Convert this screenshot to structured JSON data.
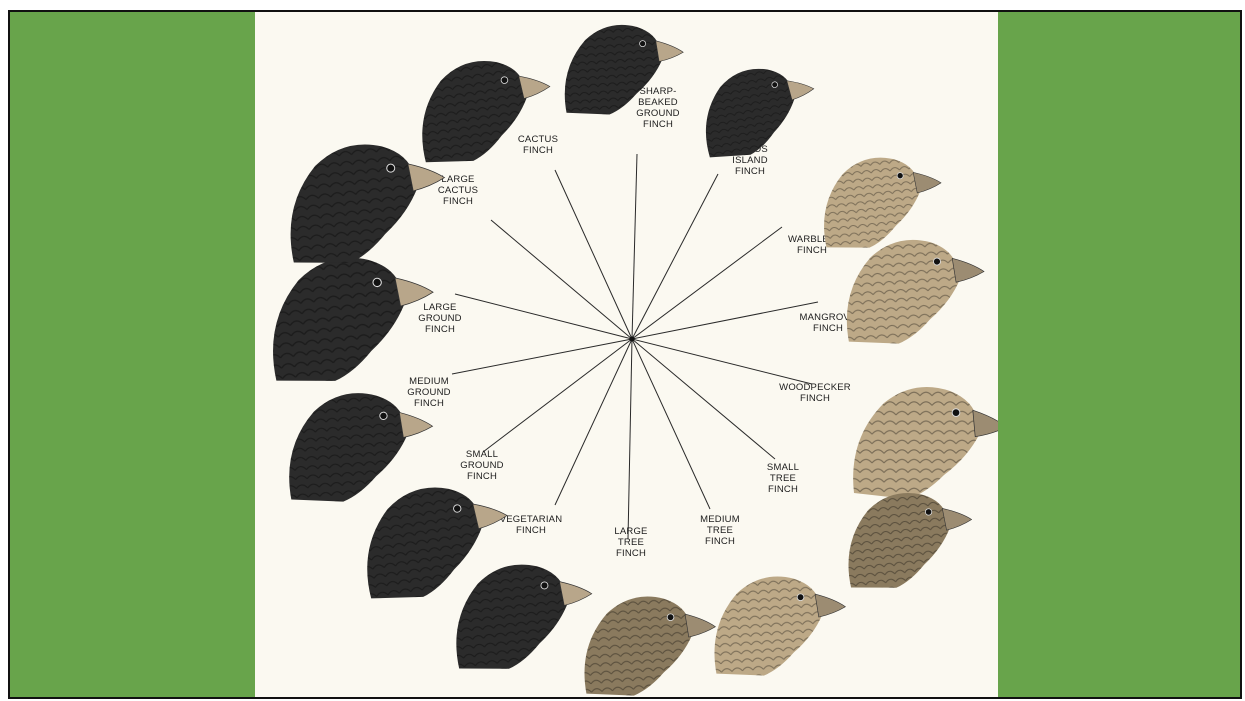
{
  "colors": {
    "background": "#68a44b",
    "panel": "#fbf9f1",
    "spoke": "#2a2a2a",
    "dark_finch": "#2b2b2b",
    "brown_finch": "#8a7a5e",
    "light_finch": "#bda987"
  },
  "finches": [
    {
      "name": "finch-cactus",
      "lines": [
        "CACTUS",
        "FINCH"
      ],
      "tone": "dark",
      "icon": "finch-head-icon"
    },
    {
      "name": "finch-sharp-beaked-ground",
      "lines": [
        "SHARP-",
        "BEAKED",
        "GROUND",
        "FINCH"
      ],
      "tone": "dark",
      "icon": "finch-head-icon"
    },
    {
      "name": "finch-cocos-island",
      "lines": [
        "COCOS",
        "ISLAND",
        "FINCH"
      ],
      "tone": "dark",
      "icon": "finch-head-icon"
    },
    {
      "name": "finch-warbler",
      "lines": [
        "WARBLER",
        "FINCH"
      ],
      "tone": "light",
      "icon": "finch-head-icon"
    },
    {
      "name": "finch-mangrove",
      "lines": [
        "MANGROVE",
        "FINCH"
      ],
      "tone": "light",
      "icon": "finch-head-icon"
    },
    {
      "name": "finch-woodpecker",
      "lines": [
        "WOODPECKER",
        "FINCH"
      ],
      "tone": "light",
      "icon": "finch-head-icon"
    },
    {
      "name": "finch-small-tree",
      "lines": [
        "SMALL",
        "TREE",
        "FINCH"
      ],
      "tone": "brown",
      "icon": "finch-head-icon"
    },
    {
      "name": "finch-medium-tree",
      "lines": [
        "MEDIUM",
        "TREE",
        "FINCH"
      ],
      "tone": "light",
      "icon": "finch-head-icon"
    },
    {
      "name": "finch-large-tree",
      "lines": [
        "LARGE",
        "TREE",
        "FINCH"
      ],
      "tone": "brown",
      "icon": "finch-head-icon"
    },
    {
      "name": "finch-vegetarian",
      "lines": [
        "VEGETARIAN",
        "FINCH"
      ],
      "tone": "dark",
      "icon": "finch-head-icon"
    },
    {
      "name": "finch-small-ground",
      "lines": [
        "SMALL",
        "GROUND",
        "FINCH"
      ],
      "tone": "dark",
      "icon": "finch-head-icon"
    },
    {
      "name": "finch-medium-ground",
      "lines": [
        "MEDIUM",
        "GROUND",
        "FINCH"
      ],
      "tone": "dark",
      "icon": "finch-head-icon"
    },
    {
      "name": "finch-large-ground",
      "lines": [
        "LARGE",
        "GROUND",
        "FINCH"
      ],
      "tone": "dark",
      "icon": "finch-head-icon"
    },
    {
      "name": "finch-large-cactus",
      "lines": [
        "LARGE",
        "CACTUS",
        "FINCH"
      ],
      "tone": "dark",
      "icon": "finch-head-icon"
    }
  ]
}
